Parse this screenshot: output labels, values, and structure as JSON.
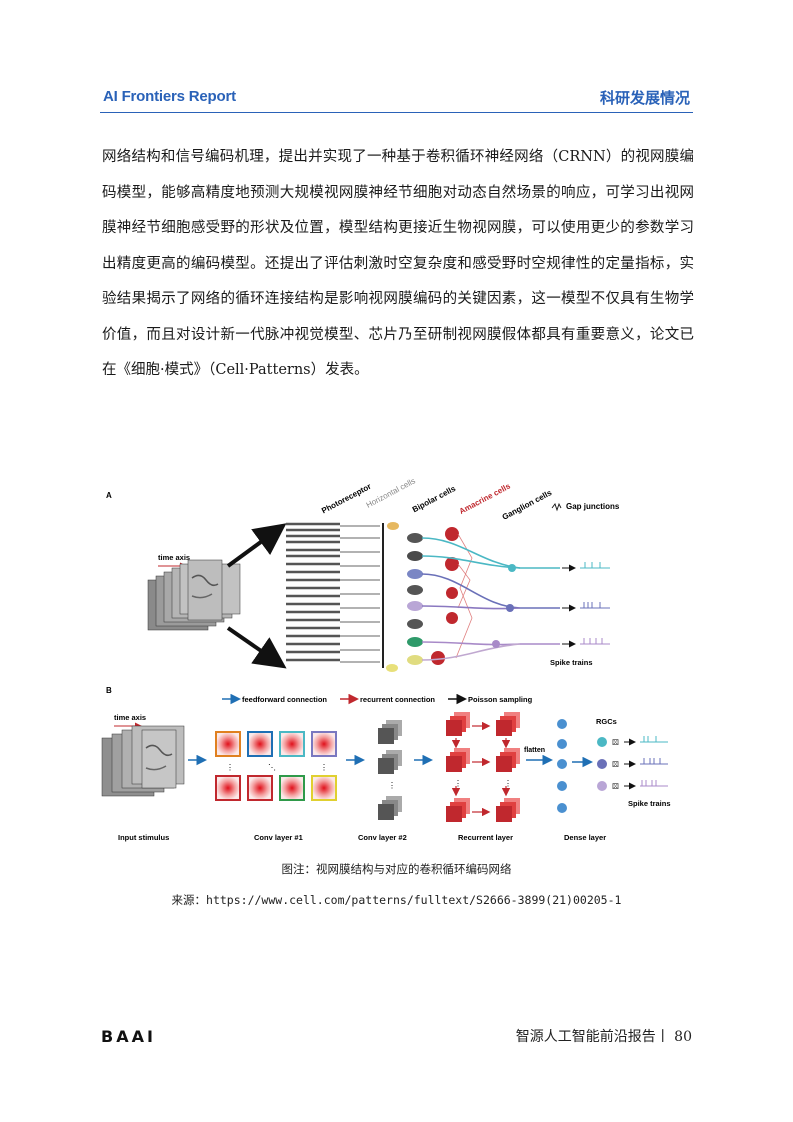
{
  "header": {
    "left": "AI Frontiers Report",
    "right": "科研发展情况"
  },
  "body_text": "网络结构和信号编码机理，提出并实现了一种基于卷积循环神经网络（CRNN）的视网膜编码模型，能够高精度地预测大规模视网膜神经节细胞对动态自然场景的响应，可学习出视网膜神经节细胞感受野的形状及位置，模型结构更接近生物视网膜，可以使用更少的参数学习出精度更高的编码模型。还提出了评估刺激时空复杂度和感受野时空规律性的定量指标，实验结果揭示了网络的循环连接结构是影响视网膜编码的关键因素，这一模型不仅具有生物学价值，而且对设计新一代脉冲视觉模型、芯片乃至研制视网膜假体都具有重要意义，论文已在《细胞·模式》（Cell·Patterns）发表。",
  "figure": {
    "panel_a": "A",
    "panel_b": "B",
    "time_axis": "time axis",
    "cell_labels": [
      "Photoreceptor",
      "Horizontal cells",
      "Bipolar cells",
      "Amacrine cells",
      "Ganglion cells"
    ],
    "gap_junctions": "Gap junctions",
    "spike_trains": "Spike trains",
    "legend": [
      "feedforward connection",
      "recurrent connection",
      "Poisson sampling"
    ],
    "flatten": "flatten",
    "rgcs": "RGCs",
    "stage_labels": [
      "Input stimulus",
      "Conv layer #1",
      "Conv layer #2",
      "Recurrent layer",
      "Dense layer"
    ],
    "colors": {
      "feedforward": "#1f6fb4",
      "recurrent": "#c0282e",
      "poisson": "#111111",
      "accent": "#2a62b8"
    }
  },
  "caption": "图注：视网膜结构与对应的卷积循环编码网络",
  "source": "来源：https://www.cell.com/patterns/fulltext/S2666-3899(21)00205-1",
  "footer": {
    "logo": "BAAI",
    "right": "智源人工智能前沿报告丨 80"
  }
}
